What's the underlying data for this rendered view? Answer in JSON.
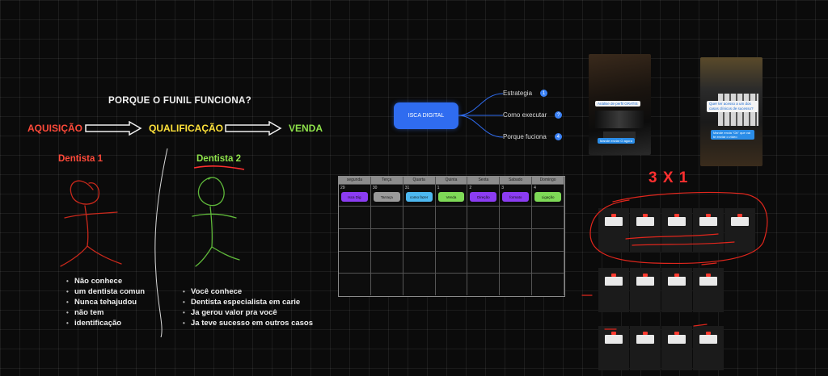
{
  "canvas": {
    "title": "PORQUE O FUNIL FUNCIONA?",
    "funnel": [
      {
        "label": "AQUISIÇÃO",
        "color": "#ff4a3a"
      },
      {
        "label": "QUALIFICAÇÃO",
        "color": "#ffe23a"
      },
      {
        "label": "VENDA",
        "color": "#8fe34b"
      }
    ],
    "dentist1": {
      "label": "Dentista 1",
      "notes": [
        "Não conhece",
        "um dentista comun",
        "Nunca tehajudou",
        "não tem",
        "identificação"
      ]
    },
    "dentist2": {
      "label": "Dentista 2",
      "notes": [
        "Você conhece",
        "Dentista especialista em carie",
        "Ja gerou valor pra você",
        "Ja teve sucesso em outros casos"
      ]
    }
  },
  "mindmap": {
    "hub": "ISCA DIGITAL",
    "branches": [
      {
        "label": "Estrategia",
        "badge": "1"
      },
      {
        "label": "Como executar",
        "badge": "?"
      },
      {
        "label": "Porque fuciona",
        "badge": "4"
      }
    ]
  },
  "calendar": {
    "days": [
      "segunda",
      "Terça",
      "Quarta",
      "Quinta",
      "Sexta",
      "Sabado",
      "Domingo"
    ],
    "dates": [
      "29",
      "30",
      "31",
      "1",
      "2",
      "3",
      "4"
    ],
    "events": [
      {
        "label": "Isca Dig",
        "color": "#8b3cf2"
      },
      {
        "label": "Tarraça",
        "color": "#9a9a9a"
      },
      {
        "label": "como fazer",
        "color": "#4db8f0"
      },
      {
        "label": "Venda",
        "color": "#7ed957"
      },
      {
        "label": "Direção",
        "color": "#8b3cf2"
      },
      {
        "label": "formato",
        "color": "#8b3cf2"
      },
      {
        "label": "Ligação",
        "color": "#7ed957"
      }
    ]
  },
  "stories": {
    "story1": {
      "tag": "Análise de perfil GRATIS",
      "cta": "Mande enviar O agora"
    },
    "story2": {
      "tag": "Quer ter acesso a um dos casos clínicos de sucesso?",
      "cta": "Mande envia \"Ok\" que vai te enviar o vídeo"
    }
  },
  "grid_label": "3 X 1"
}
